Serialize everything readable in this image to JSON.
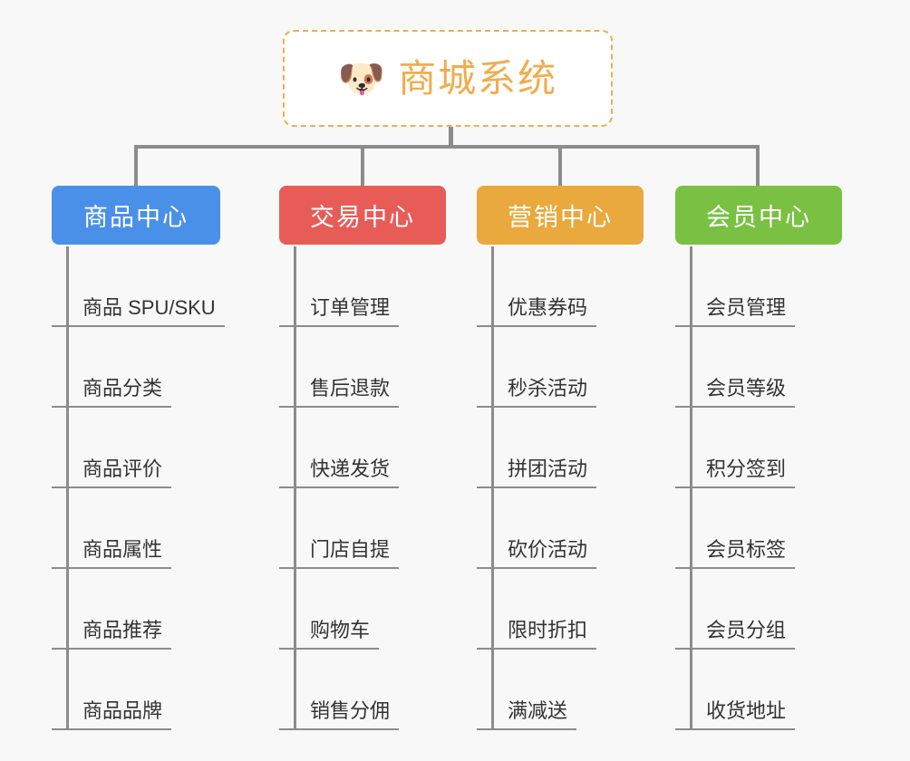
{
  "canvas": {
    "background": "#f8f8f8",
    "connector_color": "#8c8c8c"
  },
  "root": {
    "icon": "dog-face-emoji",
    "icon_glyph": "🐶",
    "title": "商城系统",
    "accent_color": "#f0ad4e",
    "border_style": "dashed"
  },
  "columns": [
    {
      "id": "product-center",
      "label": "商品中心",
      "color": "#4a90e8",
      "items": [
        {
          "label": "商品 SPU/SKU"
        },
        {
          "label": "商品分类"
        },
        {
          "label": "商品评价"
        },
        {
          "label": "商品属性"
        },
        {
          "label": "商品推荐"
        },
        {
          "label": "商品品牌"
        }
      ]
    },
    {
      "id": "trade-center",
      "label": "交易中心",
      "color": "#e85c58",
      "items": [
        {
          "label": "订单管理"
        },
        {
          "label": "售后退款"
        },
        {
          "label": "快递发货"
        },
        {
          "label": "门店自提"
        },
        {
          "label": "购物车"
        },
        {
          "label": "销售分佣"
        }
      ]
    },
    {
      "id": "marketing-center",
      "label": "营销中心",
      "color": "#eaa93c",
      "items": [
        {
          "label": "优惠券码"
        },
        {
          "label": "秒杀活动"
        },
        {
          "label": "拼团活动"
        },
        {
          "label": "砍价活动"
        },
        {
          "label": "限时折扣"
        },
        {
          "label": "满减送"
        }
      ]
    },
    {
      "id": "member-center",
      "label": "会员中心",
      "color": "#7ac143",
      "items": [
        {
          "label": "会员管理"
        },
        {
          "label": "会员等级"
        },
        {
          "label": "积分签到"
        },
        {
          "label": "会员标签"
        },
        {
          "label": "会员分组"
        },
        {
          "label": "收货地址"
        }
      ]
    }
  ]
}
